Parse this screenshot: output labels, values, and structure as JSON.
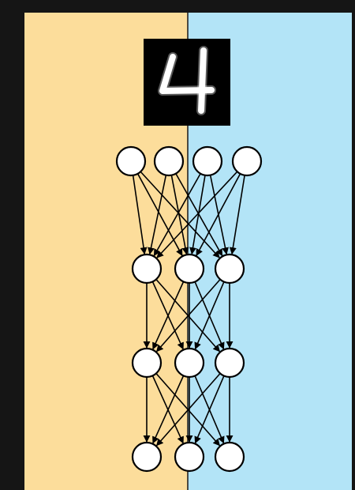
{
  "panels": {
    "left_color": "#FCDD9B",
    "right_color": "#B3E4F7",
    "frame_color": "#151515",
    "divider_color": "#1a1a1a"
  },
  "input_image": {
    "digit_text": "4",
    "background_color": "#000000",
    "digit_color": "#ffffff"
  },
  "network": {
    "layers": [
      4,
      3,
      3,
      3
    ],
    "node_fill": "#ffffff",
    "node_stroke": "#000000",
    "edge_color": "#000000",
    "fully_connected": true
  }
}
